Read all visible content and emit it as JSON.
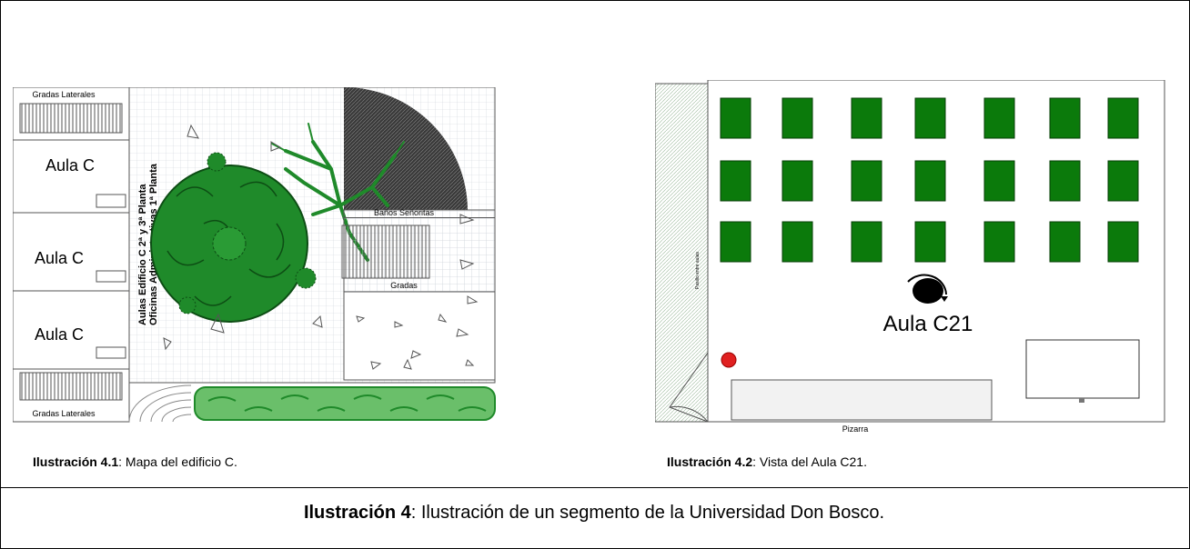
{
  "left_figure": {
    "labels": {
      "gradas_top": "Gradas Laterales",
      "gradas_bottom": "Gradas Laterales",
      "aula_1": "Aula C",
      "aula_2": "Aula C",
      "aula_3": "Aula C",
      "vertical_1": "Aulas Edificio C 2ª y 3ª Planta",
      "vertical_2": "Oficinas Administrativas 1ª Planta",
      "banos": "Baños Señoritas",
      "gradas": "Gradas"
    },
    "caption_bold": "Ilustración 4.1",
    "caption_text": ": Mapa del edificio C."
  },
  "right_figure": {
    "labels": {
      "aula": "Aula C21",
      "pizarra": "Pizarra",
      "pasillo": "Pasillo entre aulas"
    },
    "desk_rows": 3,
    "desk_cols": 7,
    "caption_bold": "Ilustración 4.2",
    "caption_text": ": Vista del Aula C21."
  },
  "main_caption": {
    "bold": "Ilustración 4",
    "text": ": Ilustración de un segmento de la Universidad Don Bosco."
  },
  "colors": {
    "tree_green": "#1f8a2a",
    "desk_green": "#0b7a0b",
    "dot_red": "#e02020",
    "hedge_green": "#6abf6a"
  }
}
